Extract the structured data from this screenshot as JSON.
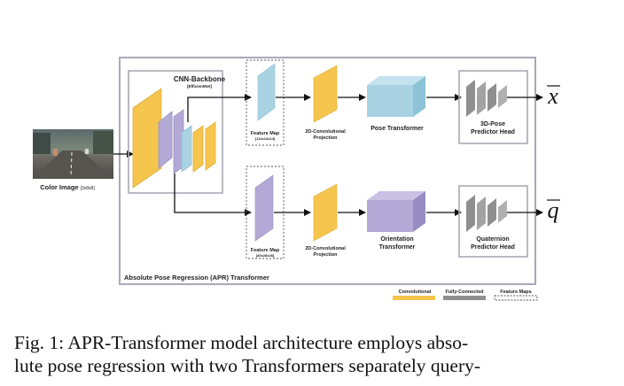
{
  "figure": {
    "color_image": {
      "label": "Color Image",
      "dims": "[3x8x8]"
    },
    "cnn_backbone": {
      "title": "CNN-Backbone",
      "subtitle": "[EfficientNet]"
    },
    "feature_map_top": {
      "label": "Feature Map",
      "dims": "[112x14x14]"
    },
    "feature_map_bottom": {
      "label": "Feature Map",
      "dims": "[40x28x28]"
    },
    "projection_top": {
      "line1": "2D-Convolutional",
      "line2": "Projection"
    },
    "projection_bottom": {
      "line1": "2D-Convolutional",
      "line2": "Projection"
    },
    "pose_transformer": {
      "label": "Pose Transformer"
    },
    "orientation_transformer": {
      "line1": "Orientation",
      "line2": "Transformer"
    },
    "head_top": {
      "line1": "3D-Pose",
      "line2": "Predictor Head"
    },
    "head_bottom": {
      "line1": "Quaternion",
      "line2": "Predictor Head"
    },
    "output_top": "x",
    "output_bottom": "q",
    "frame_label": "Absolute Pose Regression (APR) Transformer",
    "legend": {
      "convolutional": "Convolutional",
      "fully_connected": "Fully-Connected",
      "feature_maps": "Feature Maps"
    },
    "colors": {
      "convolutional": "#f6c54e",
      "fully_connected": "#8f8f8f",
      "feature_map_blue": "#a9d3e3",
      "feature_map_purple": "#b2a9d6",
      "frame": "#a9a9b4"
    }
  },
  "caption": {
    "line1": "Fig. 1: APR-Transformer model architecture employs abso-",
    "line2": "lute pose regression with two Transformers separately query-"
  }
}
